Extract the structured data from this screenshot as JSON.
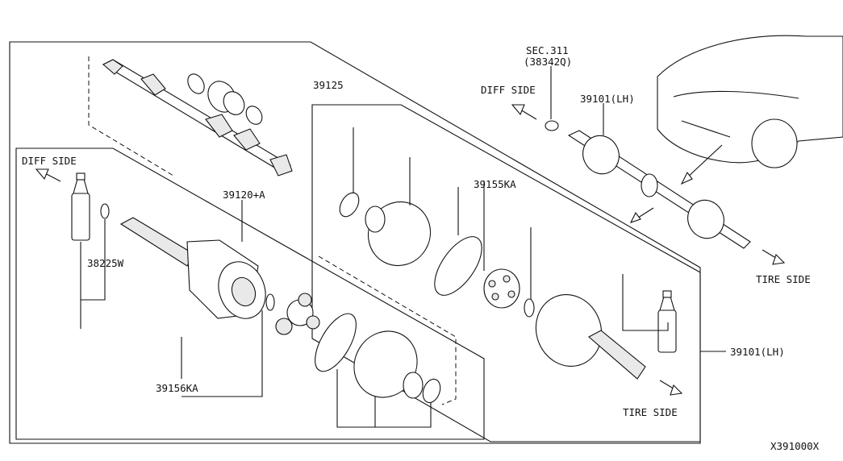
{
  "labels": {
    "sec_ref": "SEC.311",
    "sec_part": "(38342Q)",
    "diff_side_top": "DIFF SIDE",
    "diff_side_left": "DIFF SIDE",
    "tire_side_right": "TIRE SIDE",
    "tire_side_bottom": "TIRE SIDE",
    "part_39125": "39125",
    "part_39155ka": "39155KA",
    "part_39101lh_top": "39101(LH)",
    "part_39101lh_right": "39101(LH)",
    "part_39120a": "39120+A",
    "part_38225w": "38225W",
    "part_39156ka": "39156KA",
    "diagram_code": "X391000X"
  }
}
